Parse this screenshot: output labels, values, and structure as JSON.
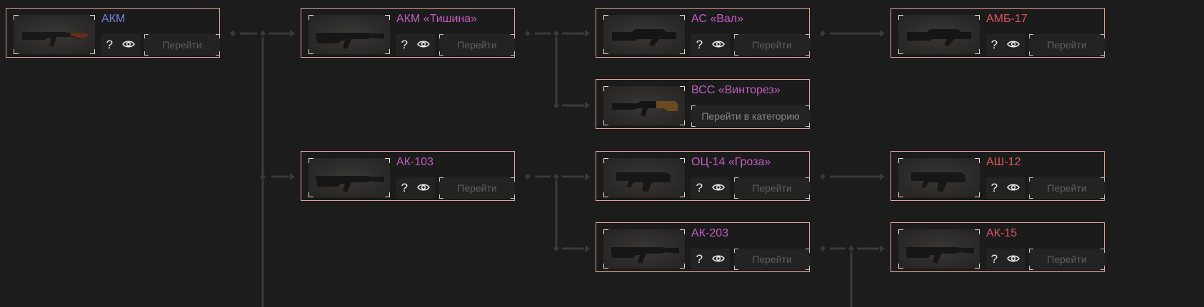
{
  "colors": {
    "line": "#3a3a3a",
    "border": "#e3a49a",
    "blue": "#7b7fd8",
    "magenta": "#c35ec0",
    "red": "#e0575c"
  },
  "go_label": "Перейти",
  "cards": [
    {
      "name": "АКМ",
      "color": "blue",
      "button": "Перейти",
      "has_icons": true,
      "gun": "akm"
    },
    {
      "name": "АКМ «Тишина»",
      "color": "magenta",
      "button": "Перейти",
      "has_icons": true,
      "gun": "ak"
    },
    {
      "name": "АС «Вал»",
      "color": "magenta",
      "button": "Перейти",
      "has_icons": true,
      "gun": "val"
    },
    {
      "name": "АМБ-17",
      "color": "red",
      "button": "Перейти",
      "has_icons": true,
      "gun": "val"
    },
    {
      "name": "ВСС «Винторез»",
      "color": "magenta",
      "button": "Перейти в категорию",
      "has_icons": false,
      "gun": "vss"
    },
    {
      "name": "АК-103",
      "color": "magenta",
      "button": "Перейти",
      "has_icons": true,
      "gun": "ak"
    },
    {
      "name": "ОЦ-14 «Гроза»",
      "color": "magenta",
      "button": "Перейти",
      "has_icons": true,
      "gun": "bullpup"
    },
    {
      "name": "АШ-12",
      "color": "red",
      "button": "Перейти",
      "has_icons": true,
      "gun": "bullpup"
    },
    {
      "name": "АК-203",
      "color": "magenta",
      "button": "Перейти",
      "has_icons": true,
      "gun": "ak"
    },
    {
      "name": "АК-15",
      "color": "red",
      "button": "Перейти",
      "has_icons": true,
      "gun": "ak"
    }
  ],
  "icons": {
    "help": "?",
    "view": "eye-icon"
  }
}
